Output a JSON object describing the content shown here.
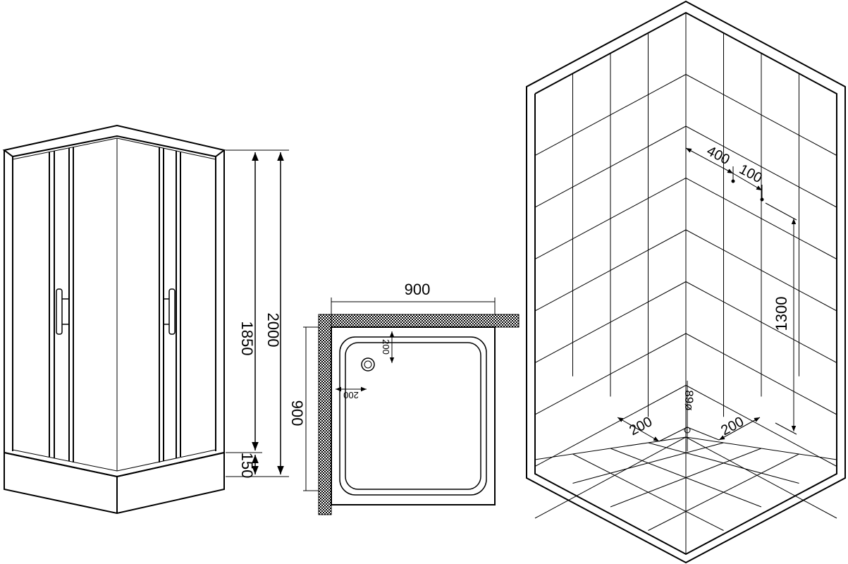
{
  "cabin": {
    "total_height": "2000",
    "door_height": "1850",
    "tray_height": "150"
  },
  "tray": {
    "width": "900",
    "depth": "900",
    "drain_offset_x": "200",
    "drain_offset_y": "200"
  },
  "room": {
    "mixer_offset": "400",
    "mixer_spacing": "100",
    "mixer_height": "1300",
    "drain_offset_left": "200",
    "drain_offset_right": "200",
    "drain_diameter": "89ø"
  },
  "colors": {
    "line": "#000000",
    "background": "#ffffff"
  }
}
